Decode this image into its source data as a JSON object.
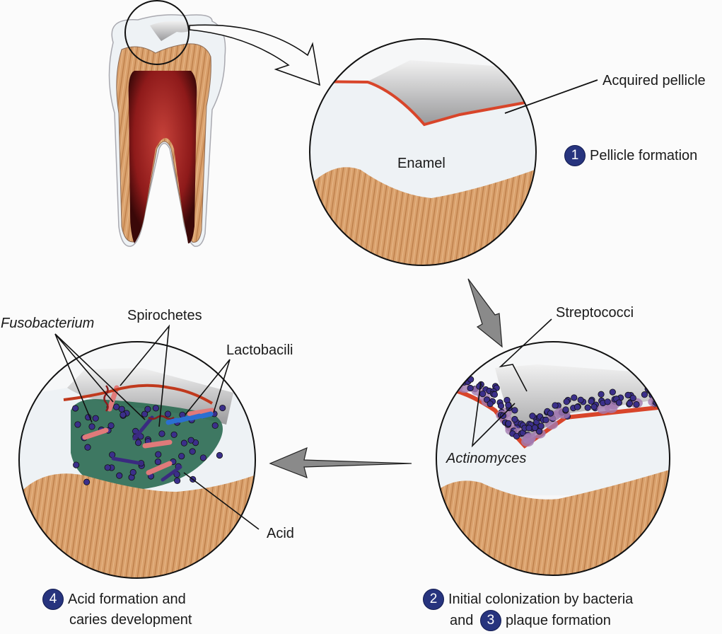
{
  "labels": {
    "acquired_pellicle": "Acquired pellicle",
    "enamel": "Enamel",
    "streptococci": "Streptococci",
    "actinomyces": "Actinomyces",
    "fusobacterium": "Fusobacterium",
    "spirochetes": "Spirochetes",
    "lactobacili": "Lactobacili",
    "acid": "Acid"
  },
  "steps": {
    "step1": {
      "number": "1",
      "text": "Pellicle formation"
    },
    "step2": {
      "number": "2",
      "text": "Initial colonization by bacteria"
    },
    "step3": {
      "prefix": "and",
      "number": "3",
      "text": "plaque formation"
    },
    "step4": {
      "number": "4",
      "line1": "Acid formation and",
      "line2": "caries development"
    }
  },
  "colors": {
    "badge": "#27347e",
    "pellicle": "#d8452a",
    "dentin": "#d9a06c",
    "pulp": "#9e1f1f",
    "enamel": "#eef2f5",
    "bacteria_cocci": "#3b2f8a",
    "acid": "#2f6e55",
    "lactobacili": "#2b6fd1",
    "arrow_gray": "#8a8a8a"
  }
}
